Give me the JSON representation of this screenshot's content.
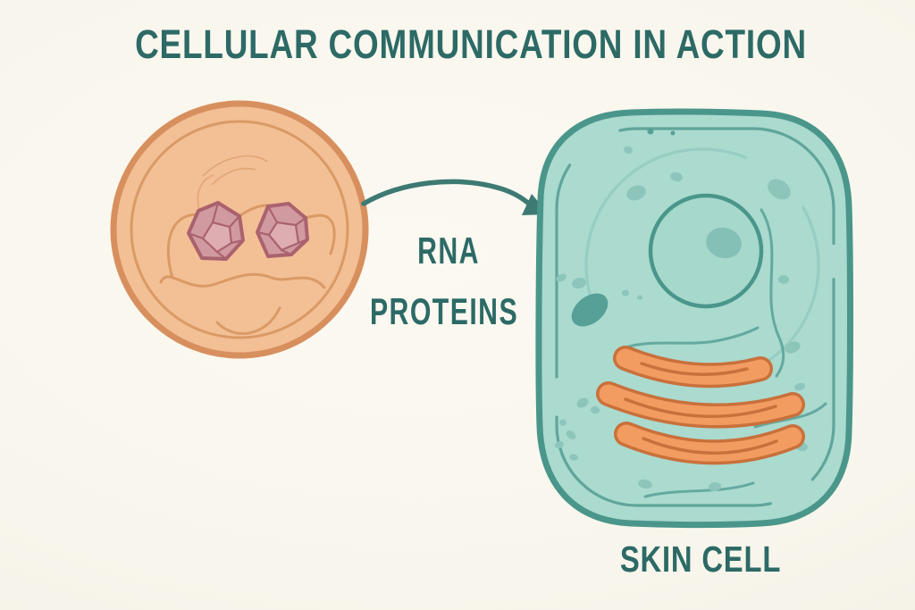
{
  "title": "CELLULAR COMMUNICATION IN ACTION",
  "labels": {
    "rna": "RNA",
    "proteins": "PROTEINS",
    "skin_cell": "SKIN CELL"
  },
  "figures": [
    "sender-vesicle-cell-icon",
    "capsid-icon",
    "transfer-arrow-icon",
    "skin-cell-icon",
    "nucleus-icon",
    "golgi-stack-icon"
  ],
  "colors": {
    "background": "#f8f6ec",
    "accent_teal": "#2d6a66",
    "arrow": "#3d7a73",
    "sender_cell_fill": "#f3bf95",
    "sender_cell_stroke": "#d88f5e",
    "sender_cell_detail": "#d99a66",
    "capsid_fill": "#d09aa0",
    "capsid_fill_light": "#ddadb2",
    "capsid_stroke": "#aa626f",
    "skin_cell_fill": "#abdacf",
    "skin_cell_stroke": "#4a968b",
    "skin_cell_detail": "#8dc5ba",
    "skin_cell_faint": "#97cdc2",
    "organelle_dark": "#57a097",
    "nucleus_fill": "#a7d8cc",
    "nucleolus_fill": "#84c0b5",
    "golgi_fill": "#f29c62",
    "golgi_stroke": "#c9703b"
  }
}
